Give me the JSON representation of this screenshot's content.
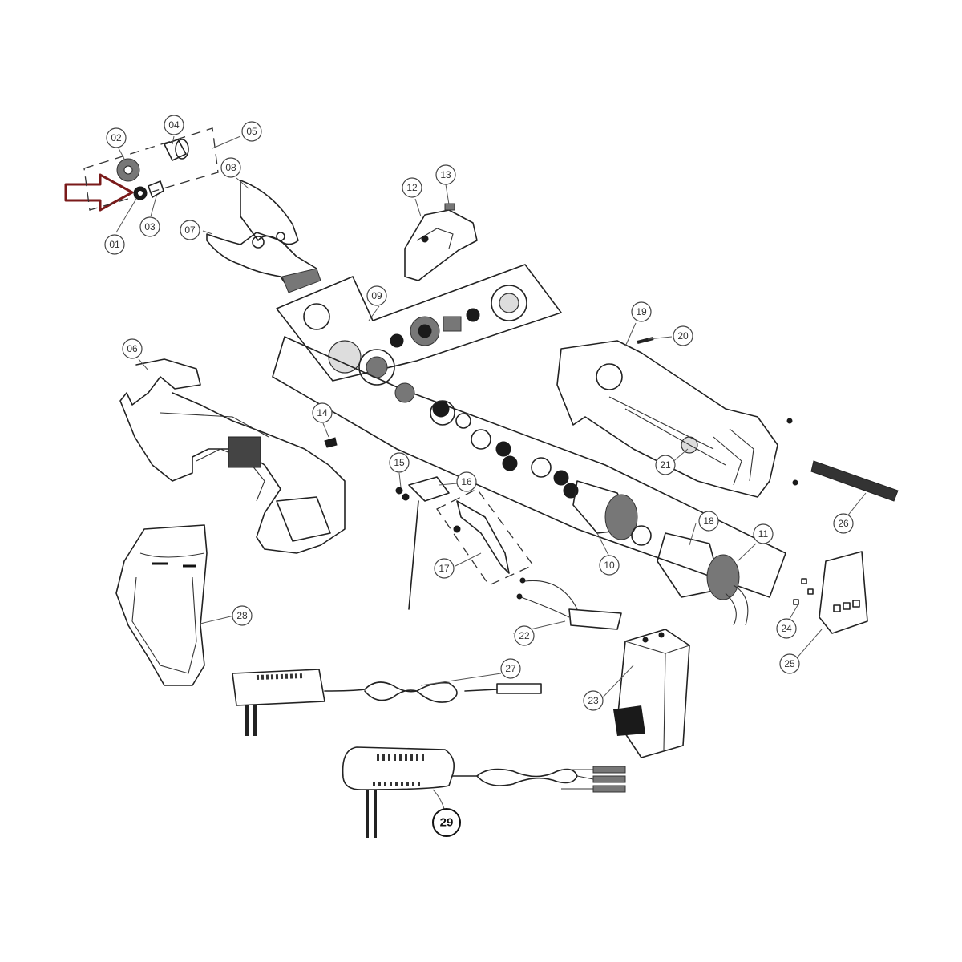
{
  "callouts": {
    "c01": "01",
    "c02": "02",
    "c03": "03",
    "c04": "04",
    "c05": "05",
    "c06": "06",
    "c07": "07",
    "c08": "08",
    "c09": "09",
    "c10": "10",
    "c11": "11",
    "c12": "12",
    "c13": "13",
    "c14": "14",
    "c15": "15",
    "c16": "16",
    "c17": "17",
    "c18": "18",
    "c19": "19",
    "c20": "20",
    "c21": "21",
    "c22": "22",
    "c23": "23",
    "c24": "24",
    "c25": "25",
    "c26": "26",
    "c27": "27",
    "c28": "28",
    "c29": "29"
  },
  "colors": {
    "highlight_arrow": "#7a1a1a",
    "line": "#222222",
    "background": "#ffffff"
  }
}
